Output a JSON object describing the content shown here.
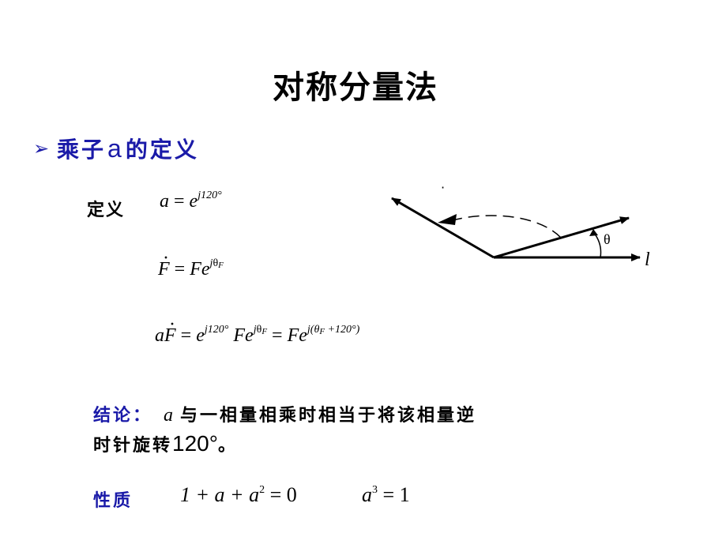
{
  "title": "对称分量法",
  "bullet": {
    "icon": "arrow-bullet-icon",
    "text_before": "乘子",
    "symbol": "a",
    "text_after": "的定义"
  },
  "definition": {
    "label": "定义",
    "eq1": {
      "lhs": "a",
      "eq": "=",
      "base": "e",
      "exp": "j120°"
    },
    "eq2": {
      "F": "F",
      "eq": "=",
      "F2": "F",
      "e": "e",
      "exp_j": "j",
      "exp_theta": "θ",
      "exp_sub": "F"
    },
    "eq3": {
      "a": "a",
      "F": "F",
      "eq1": "=",
      "e": "e",
      "exp1": "j120°",
      "F2": "F",
      "e2": "e",
      "exp2_j": "j",
      "exp2_theta": "θ",
      "exp2_sub": "F",
      "eq2": "=",
      "F3": "F",
      "e3": "e",
      "exp3_pre": "j(θ",
      "exp3_sub": "F",
      "exp3_post": " +120°)"
    }
  },
  "conclusion": {
    "label": "结论：",
    "symbol": "a",
    "line1": "与一相量相乘时相当于将该相量逆",
    "line2": "时针旋转",
    "degrees": "120°",
    "end": "。"
  },
  "property": {
    "label": "性质",
    "eq1": "1 + a + a",
    "eq1_exp": "2",
    "eq1_rhs": " = 0",
    "eq2": "a",
    "eq2_exp": "3",
    "eq2_rhs": " = 1"
  },
  "diagram": {
    "angle_label": "θ",
    "axis_label": "l",
    "dot": "·"
  },
  "colors": {
    "accent": "#1a1aa8",
    "text": "#000000"
  }
}
